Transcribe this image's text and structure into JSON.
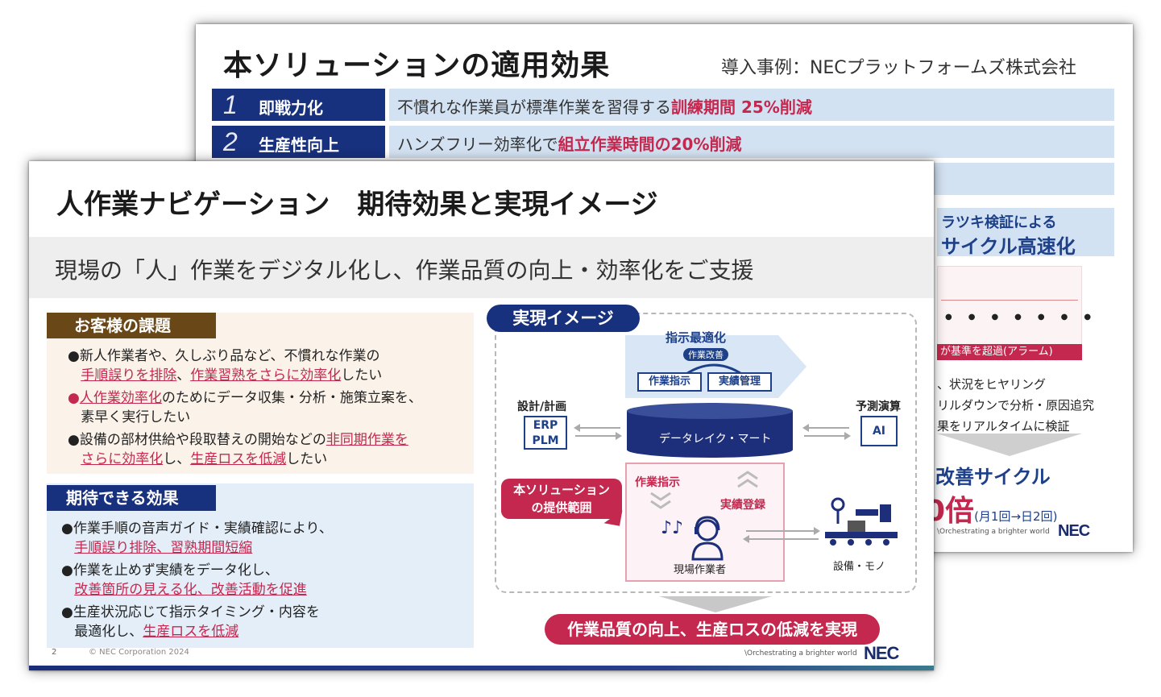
{
  "back_slide": {
    "title": "本ソリューションの適用効果",
    "case": "導入事例：NECプラットフォームズ株式会社",
    "rows": [
      {
        "num": "1",
        "label": "即戦力化",
        "text": "不慣れな作業員が標準作業を習得する",
        "highlight": "訓練期間 25%削減"
      },
      {
        "num": "2",
        "label": "生産性向上",
        "text": "ハンズフリー効率化で",
        "highlight": "組立作業時間の20%削減"
      }
    ],
    "right_panel": {
      "line1": "ラツキ検証による",
      "line2": "サイクル高速化",
      "alarm": "が基準を超過(アラーム)",
      "bullets": [
        "、状況をヒヤリング",
        "リルダウンで分析・原因追究",
        "果をリアルタイムに検証"
      ],
      "cycle": "改善サイクル",
      "times": "0倍",
      "times_note": "(月1回→日2回)",
      "tagline": "\\Orchestrating a brighter world",
      "logo": "NEC"
    }
  },
  "front_slide": {
    "title": "人作業ナビゲーション　期待効果と実現イメージ",
    "lead": "現場の「人」作業をデジタル化し、作業品質の向上・効率化をご支援",
    "issues": {
      "heading": "お客様の課題",
      "items": [
        {
          "bullet": "●",
          "l1": "新人作業者や、久しぶり品など、不慣れな作業の",
          "l2a": "手順誤りを排除",
          "l2b": "、",
          "l2c": "作業習熟をさらに効率化",
          "l2d": "したい"
        },
        {
          "bullet": "●",
          "l1a": "人作業効率化",
          "l1b": "のためにデータ収集・分析・施策立案を、",
          "l2": "素早く実行したい"
        },
        {
          "bullet": "●",
          "l1a": "設備の部材供給や段取替えの開始などの",
          "l1b": "非同期作業を",
          "l2a": "さらに効率化",
          "l2b": "し、",
          "l2c": "生産ロスを低減",
          "l2d": "したい"
        }
      ]
    },
    "effects": {
      "heading": "期待できる効果",
      "items": [
        {
          "bullet": "●",
          "l1": "作業手順の音声ガイド・実績確認により、",
          "l2": "手順誤り排除、習熟期間短縮"
        },
        {
          "bullet": "●",
          "l1": "作業を止めず実績をデータ化し、",
          "l2": "改善箇所の見える化、改善活動を促進"
        },
        {
          "bullet": "●",
          "l1": "生産状況応じて指示タイミング・内容を",
          "l2a": "最適化し、",
          "l2b": "生産ロスを低減"
        }
      ]
    },
    "diagram": {
      "heading": "実現イメージ",
      "optimize": "指示最適化",
      "improve": "作業改善",
      "instr": "作業指示",
      "perf": "実績管理",
      "design_label": "設計/計画",
      "erp": "ERP",
      "plm": "PLM",
      "lake": "データレイク・マート",
      "predict_label": "予測演算",
      "ai": "AI",
      "scope_call_1": "本ソリューション",
      "scope_call_2": "の提供範囲",
      "work_instr": "作業指示",
      "record": "実績登録",
      "worker": "現場作業者",
      "equipment": "設備・モノ",
      "result": "作業品質の向上、生産ロスの低減を実現"
    },
    "page_num": "2",
    "copyright": "© NEC Corporation 2024",
    "tagline": "\\Orchestrating a brighter world",
    "logo": "NEC"
  }
}
